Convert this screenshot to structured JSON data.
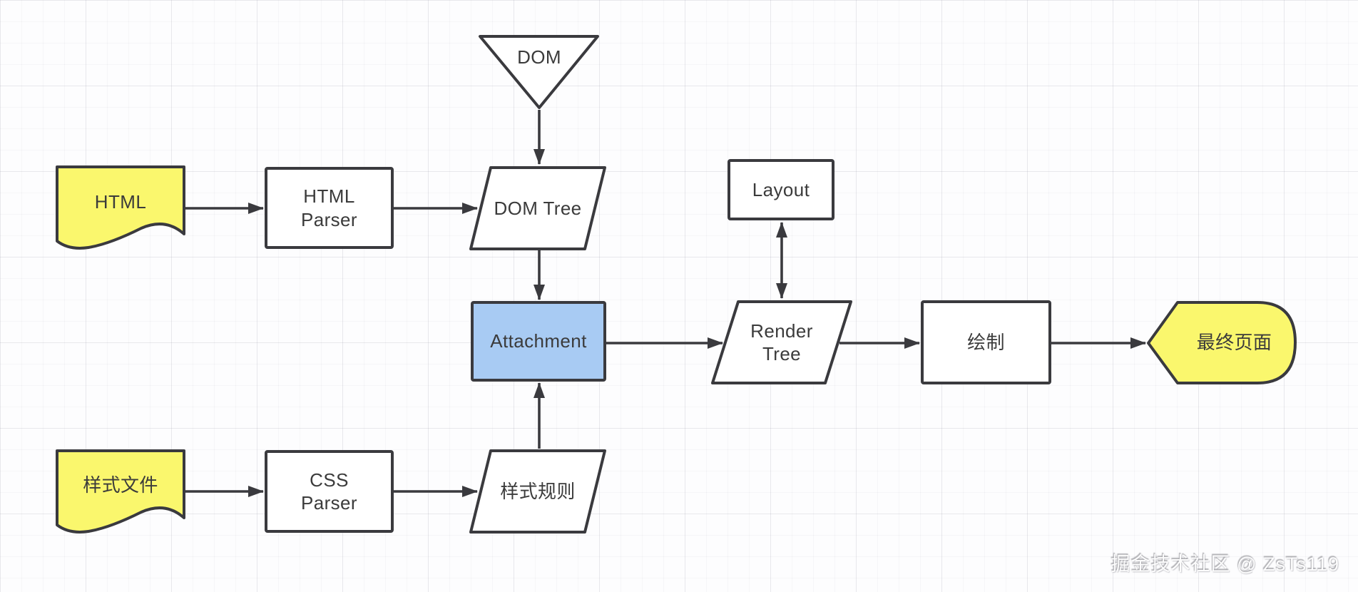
{
  "diagram": {
    "nodes": {
      "dom": {
        "label": "DOM",
        "shape": "inverted-triangle",
        "fill": "#ffffff"
      },
      "html_doc": {
        "label": "HTML",
        "shape": "document",
        "fill": "#faf76d"
      },
      "html_parser": {
        "label": "HTML Parser",
        "shape": "rectangle",
        "fill": "#ffffff"
      },
      "dom_tree": {
        "label": "DOM Tree",
        "shape": "parallelogram",
        "fill": "#ffffff"
      },
      "attachment": {
        "label": "Attachment",
        "shape": "rectangle",
        "fill": "#a8cbf3"
      },
      "style_file": {
        "label": "样式文件",
        "shape": "document",
        "fill": "#faf76d"
      },
      "css_parser": {
        "label": "CSS Parser",
        "shape": "rectangle",
        "fill": "#ffffff"
      },
      "style_rules": {
        "label": "样式规则",
        "shape": "parallelogram",
        "fill": "#ffffff"
      },
      "layout": {
        "label": "Layout",
        "shape": "rectangle",
        "fill": "#ffffff"
      },
      "render_tree": {
        "label": "Render Tree",
        "shape": "parallelogram",
        "fill": "#ffffff"
      },
      "paint": {
        "label": "绘制",
        "shape": "rectangle",
        "fill": "#ffffff"
      },
      "final_page": {
        "label": "最终页面",
        "shape": "display",
        "fill": "#faf76d"
      }
    },
    "edges": [
      {
        "from": "dom",
        "to": "dom_tree",
        "direction": "down"
      },
      {
        "from": "html_doc",
        "to": "html_parser",
        "direction": "right"
      },
      {
        "from": "html_parser",
        "to": "dom_tree",
        "direction": "right"
      },
      {
        "from": "dom_tree",
        "to": "attachment",
        "direction": "down"
      },
      {
        "from": "style_file",
        "to": "css_parser",
        "direction": "right"
      },
      {
        "from": "css_parser",
        "to": "style_rules",
        "direction": "right"
      },
      {
        "from": "style_rules",
        "to": "attachment",
        "direction": "up"
      },
      {
        "from": "attachment",
        "to": "render_tree",
        "direction": "right"
      },
      {
        "from": "layout",
        "to": "render_tree",
        "direction": "both"
      },
      {
        "from": "render_tree",
        "to": "paint",
        "direction": "right"
      },
      {
        "from": "paint",
        "to": "final_page",
        "direction": "right"
      }
    ],
    "colors": {
      "stroke": "#3a3a3e",
      "text": "#3b3b3b",
      "node_yellow": "#faf76d",
      "node_blue": "#a8cbf3",
      "background": "#fdfdfe"
    },
    "watermark": "掘金技术社区 @ ZsTs119"
  }
}
